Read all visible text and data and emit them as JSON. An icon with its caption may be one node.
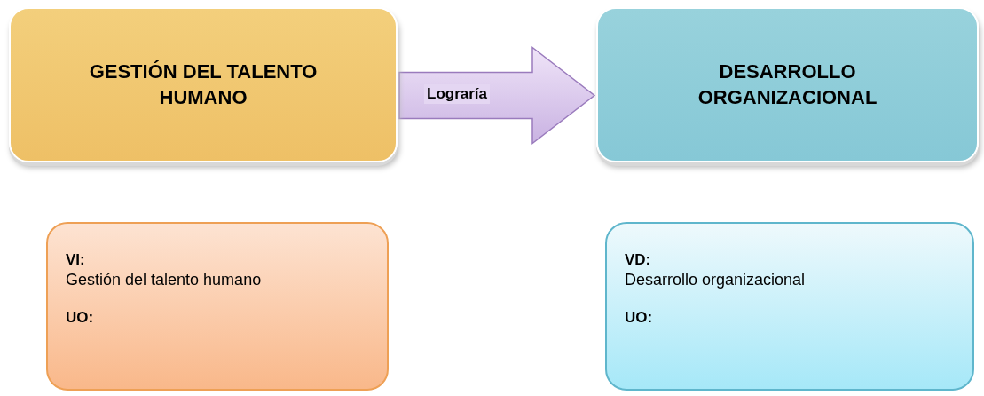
{
  "diagram": {
    "nodes": [
      {
        "text": [
          "GESTIÓN DEL TALENTO HUMANO"
        ]
      },
      {
        "text": [
          "DESARROLLO ORGANIZACIONAL"
        ]
      },
      {
        "text": [
          "VI:",
          "Gestión del talento humano",
          "UO:"
        ]
      },
      {
        "text": [
          "VD:",
          "Desarrollo organizacional",
          "UO:"
        ]
      }
    ],
    "edges": [
      {
        "from": 0,
        "to": 1,
        "arrow": "to",
        "label": "Lograría"
      }
    ]
  }
}
